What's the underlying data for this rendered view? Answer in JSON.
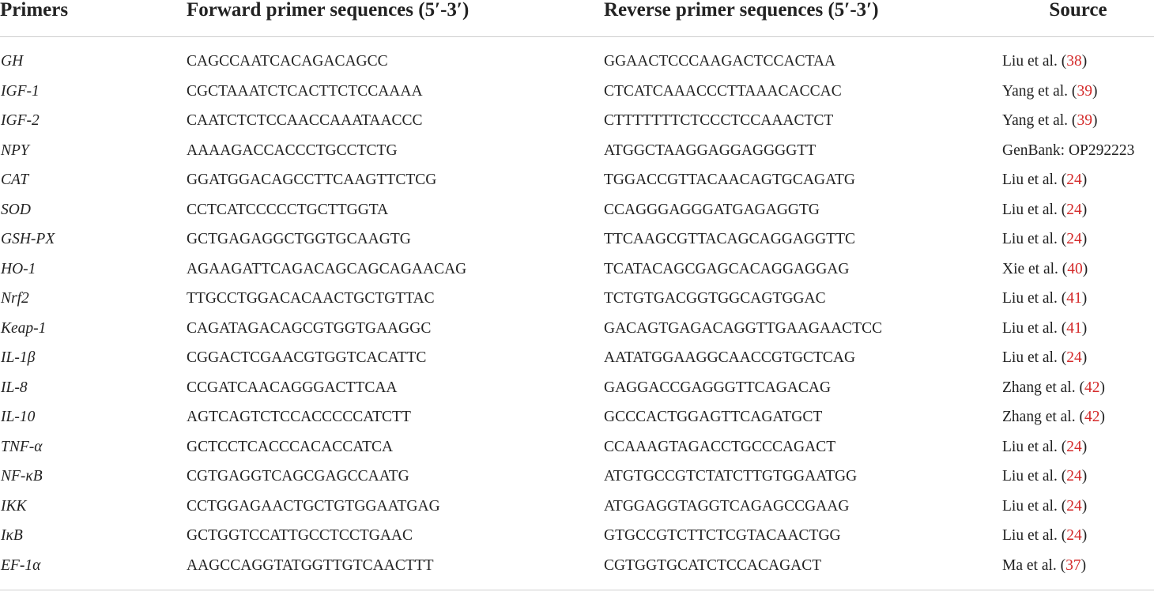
{
  "table": {
    "headers": [
      "Primers",
      "Forward primer sequences (5′-3′)",
      "Reverse primer sequences (5′-3′)",
      "Source"
    ],
    "rows": [
      {
        "gene": "GH",
        "forward": "CAGCCAATCACAGACAGCC",
        "reverse": "GGAACTCCCAAGACTCCACTAA",
        "source": "Liu et al. (",
        "ref": "38",
        "close": ")"
      },
      {
        "gene": "IGF-1",
        "forward": "CGCTAAATCTCACTTCTCCAAAA",
        "reverse": "CTCATCAAACCCTTAAACACCAC",
        "source": "Yang et al. (",
        "ref": "39",
        "close": ")"
      },
      {
        "gene": "IGF-2",
        "forward": "CAATCTCTCCAACCAAATAACCC",
        "reverse": "CTTTTTTTCTCCCTCCAAACTCT",
        "source": "Yang et al. (",
        "ref": "39",
        "close": ")"
      },
      {
        "gene": "NPY",
        "forward": "AAAAGACCACCCTGCCTCTG",
        "reverse": "ATGGCTAAGGAGGAGGGGTT",
        "source": "GenBank: OP292223",
        "ref": "",
        "close": ""
      },
      {
        "gene": "CAT",
        "forward": "GGATGGACAGCCTTCAAGTTCTCG",
        "reverse": "TGGACCGTTACAACAGTGCAGATG",
        "source": "Liu et al. (",
        "ref": "24",
        "close": ")"
      },
      {
        "gene": "SOD",
        "forward": "CCTCATCCCCCTGCTTGGTA",
        "reverse": "CCAGGGAGGGATGAGAGGTG",
        "source": "Liu et al. (",
        "ref": "24",
        "close": ")"
      },
      {
        "gene": "GSH-PX",
        "forward": "GCTGAGAGGCTGGTGCAAGTG",
        "reverse": "TTCAAGCGTTACAGCAGGAGGTTC",
        "source": "Liu et al. (",
        "ref": "24",
        "close": ")"
      },
      {
        "gene": "HO-1",
        "forward": "AGAAGATTCAGACAGCAGCAGAACAG",
        "reverse": "TCATACAGCGAGCACAGGAGGAG",
        "source": "Xie et al. (",
        "ref": "40",
        "close": ")"
      },
      {
        "gene": "Nrf2",
        "forward": "TTGCCTGGACACAACTGCTGTTAC",
        "reverse": "TCTGTGACGGTGGCAGTGGAC",
        "source": "Liu et al. (",
        "ref": "41",
        "close": ")"
      },
      {
        "gene": "Keap-1",
        "forward": "CAGATAGACAGCGTGGTGAAGGC",
        "reverse": "GACAGTGAGACAGGTTGAAGAACTCC",
        "source": "Liu et al. (",
        "ref": "41",
        "close": ")"
      },
      {
        "gene": "IL-1β",
        "forward": "CGGACTCGAACGTGGTCACATTC",
        "reverse": "AATATGGAAGGCAACCGTGCTCAG",
        "source": "Liu et al. (",
        "ref": "24",
        "close": ")"
      },
      {
        "gene": "IL-8",
        "forward": "CCGATCAACAGGGACTTCAA",
        "reverse": "GAGGACCGAGGGTTCAGACAG",
        "source": "Zhang et al. (",
        "ref": "42",
        "close": ")"
      },
      {
        "gene": "IL-10",
        "forward": "AGTCAGTCTCCACCCCCATCTT",
        "reverse": "GCCCACTGGAGTTCAGATGCT",
        "source": "Zhang et al. (",
        "ref": "42",
        "close": ")"
      },
      {
        "gene": "TNF-α",
        "forward": "GCTCCTCACCCACACCATCA",
        "reverse": "CCAAAGTAGACCTGCCCAGACT",
        "source": "Liu et al. (",
        "ref": "24",
        "close": ")"
      },
      {
        "gene": "NF-κB",
        "forward": "CGTGAGGTCAGCGAGCCAATG",
        "reverse": "ATGTGCCGTCTATCTTGTGGAATGG",
        "source": "Liu et al. (",
        "ref": "24",
        "close": ")"
      },
      {
        "gene": "IKK",
        "forward": "CCTGGAGAACTGCTGTGGAATGAG",
        "reverse": "ATGGAGGTAGGTCAGAGCCGAAG",
        "source": "Liu et al. (",
        "ref": "24",
        "close": ")"
      },
      {
        "gene": "IκB",
        "forward": "GCTGGTCCATTGCCTCCTGAAC",
        "reverse": "GTGCCGTCTTCTCGTACAACTGG",
        "source": "Liu et al. (",
        "ref": "24",
        "close": ")"
      },
      {
        "gene": "EF-1α",
        "forward": "AAGCCAGGTATGGTTGTCAACTTT",
        "reverse": "CGTGGTGCATCTCCACAGACT",
        "source": "Ma et al. (",
        "ref": "37",
        "close": ")"
      }
    ]
  },
  "colors": {
    "text": "#222222",
    "reference_link": "#d42a2a",
    "rule": "#cfcfcf"
  }
}
